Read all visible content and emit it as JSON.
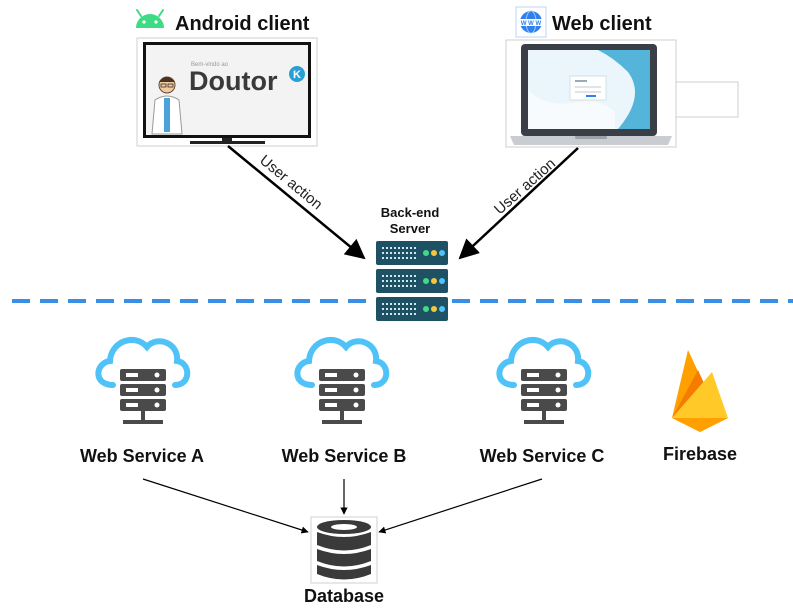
{
  "android_client": {
    "title": "Android client",
    "icon": "android-robot-icon",
    "screen_small_text": "Bem-vindo ao",
    "screen_brand": "Doutor",
    "screen_badge": "K",
    "color": "#3ddc84"
  },
  "web_client": {
    "title": "Web client",
    "icon": "www-globe-icon",
    "color": "#4285f4"
  },
  "backend": {
    "title_line1": "Back-end",
    "title_line2": "Server",
    "icon": "server-rack-icon"
  },
  "edges": {
    "left_label": "User action",
    "right_label": "User action"
  },
  "services": [
    {
      "label": "Web Service A",
      "icon": "cloud-server-icon"
    },
    {
      "label": "Web Service B",
      "icon": "cloud-server-icon"
    },
    {
      "label": "Web Service C",
      "icon": "cloud-server-icon"
    }
  ],
  "firebase": {
    "label": "Firebase",
    "icon": "firebase-flame-icon"
  },
  "database": {
    "label": "Database",
    "icon": "database-icon"
  },
  "colors": {
    "divider": "#3a8ee6",
    "cloud": "#4fc3f7",
    "server_dark": "#1e5163",
    "server_light": "#4a4a4a"
  }
}
